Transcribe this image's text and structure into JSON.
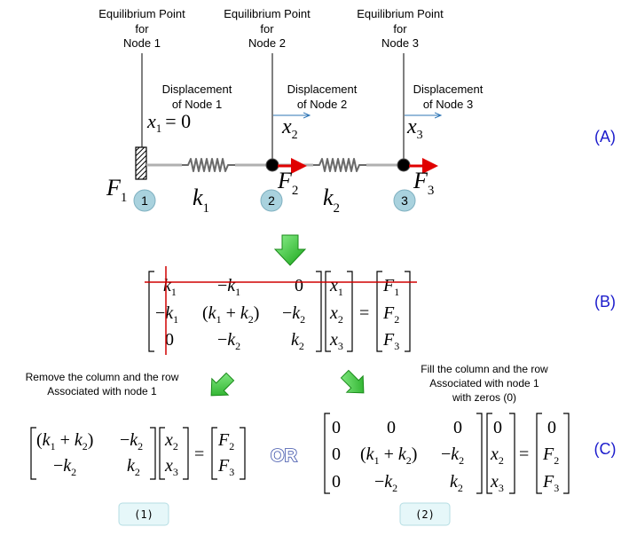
{
  "equilibrium": {
    "node1": [
      "Equilibrium Point",
      "for",
      "Node 1"
    ],
    "node2": [
      "Equilibrium Point",
      "for",
      "Node 2"
    ],
    "node3": [
      "Equilibrium Point",
      "for",
      "Node 3"
    ]
  },
  "displacement": {
    "node1": [
      "Displacement",
      "of Node 1"
    ],
    "node2": [
      "Displacement",
      "of Node 2"
    ],
    "node3": [
      "Displacement",
      "of Node 3"
    ]
  },
  "spring_system": {
    "x1": "x",
    "x1_sub": "1",
    "x1_eq": "= 0",
    "x2": "x",
    "x2_sub": "2",
    "x3": "x",
    "x3_sub": "3",
    "F1": "F",
    "F1_sub": "1",
    "F2": "F",
    "F2_sub": "2",
    "F3": "F",
    "F3_sub": "3",
    "k1": "k",
    "k1_sub": "1",
    "k2": "k",
    "k2_sub": "2",
    "node_labels": [
      "1",
      "2",
      "3"
    ]
  },
  "labels": {
    "A": "(A)",
    "B": "(B)",
    "C": "(C)",
    "or": "OR",
    "option1": "(1)",
    "option2": "(2)"
  },
  "instructions": {
    "remove": [
      "Remove the column and the row",
      "Associated with node 1"
    ],
    "fill": [
      "Fill the column and the row",
      "Associated with node 1",
      "with zeros (0)"
    ]
  },
  "colors": {
    "node_circle": "#a9d2de",
    "arrow_force": "#e00000",
    "arrow_disp": "#2e75b6",
    "label_blue": "#1c1ccc",
    "green_arrow": "#3cc63c",
    "strike_line": "#d00000"
  }
}
